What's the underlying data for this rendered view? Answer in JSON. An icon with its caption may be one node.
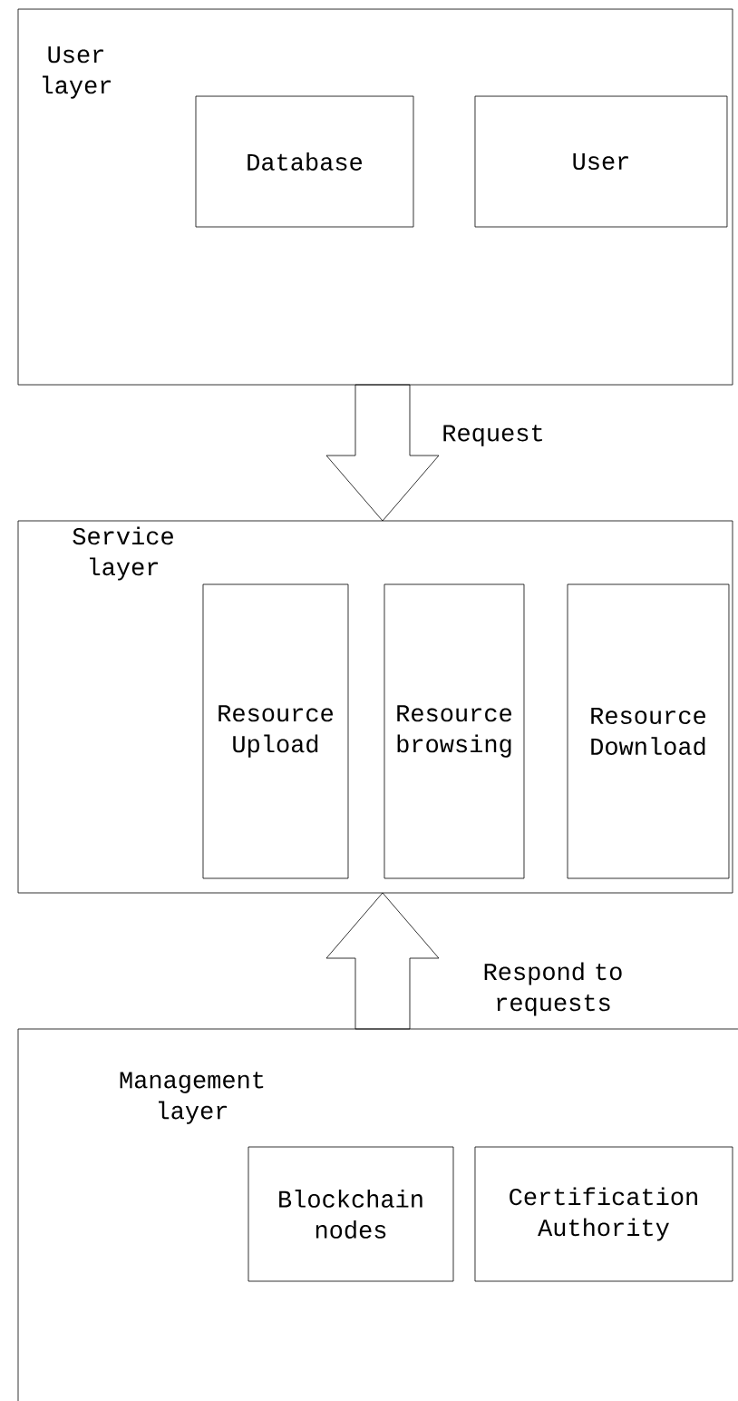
{
  "diagram": {
    "nodes": [
      {
        "text": [
          "User layer"
        ]
      },
      {
        "text": [
          "Database"
        ],
        "in": 0
      },
      {
        "text": [
          "User"
        ],
        "in": 0
      },
      {
        "text": [
          "Service layer"
        ]
      },
      {
        "text": [
          "Resource Upload"
        ],
        "in": 3
      },
      {
        "text": [
          "Resource browsing"
        ],
        "in": 3
      },
      {
        "text": [
          "Resource Download"
        ],
        "in": 3
      },
      {
        "text": [
          "Management layer"
        ]
      },
      {
        "text": [
          "Blockchain nodes"
        ],
        "in": 7
      },
      {
        "text": [
          "Certification Authority"
        ],
        "in": 7
      }
    ],
    "edges": [
      {
        "from": 0,
        "to": 3,
        "arrow": "to",
        "label": "Request"
      },
      {
        "from": 7,
        "to": 3,
        "arrow": "to",
        "label": "Respond to requests"
      }
    ]
  }
}
